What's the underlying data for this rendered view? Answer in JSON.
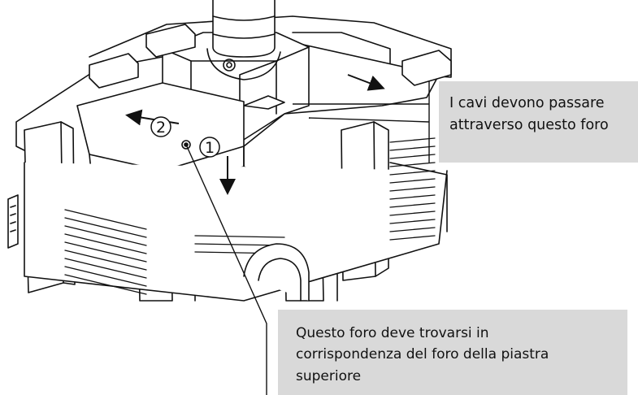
{
  "callouts": {
    "cables": {
      "line1": "I cavi devono passare",
      "line2": "attraverso questo foro"
    },
    "hole": {
      "line1": "Questo foro deve trovarsi in",
      "line2": "corrispondenza del foro della piastra",
      "line3": "superiore"
    }
  },
  "step_markers": [
    "2",
    "1"
  ],
  "colors": {
    "callout_bg": "#d9d9d9",
    "line_art": "#111111",
    "background": "#ffffff"
  }
}
